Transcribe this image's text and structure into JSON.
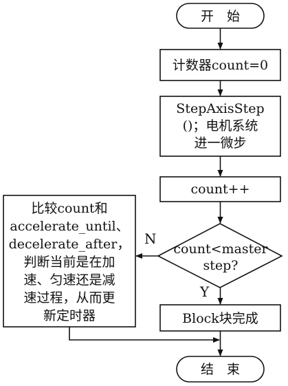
{
  "flowchart": {
    "start": "开　始",
    "init": "计数器count=0",
    "step": [
      "StepAxisStep",
      "()；电机系统",
      "进一微步"
    ],
    "increment": "count++",
    "decision": [
      "count<master",
      "step?"
    ],
    "compare": [
      "比较count和",
      "accelerate_until、",
      "decelerate_after，",
      "判断当前是在加",
      "速、匀速还是减",
      "速过程，从而更",
      "新定时器"
    ],
    "complete": "Block块完成",
    "end": "结　束",
    "label_no": "N",
    "label_yes": "Y"
  }
}
